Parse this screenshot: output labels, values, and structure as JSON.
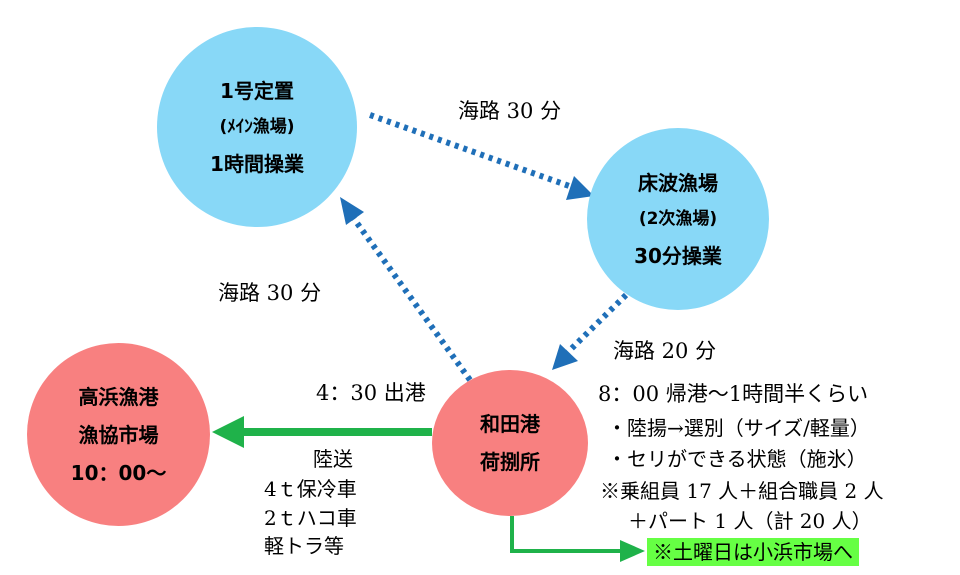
{
  "nodes": {
    "fixed_net": {
      "line1": "1号定置",
      "line2": "(ﾒｲﾝ漁場)",
      "line3": "1時間操業"
    },
    "tokonami": {
      "line1": "床波漁場",
      "line2": "(2次漁場)",
      "line3": "30分操業"
    },
    "wada": {
      "line1": "和田港",
      "line2": "荷捌所"
    },
    "takahama": {
      "line1": "高浜漁港",
      "line2": "漁協市場",
      "line3": "10：00～"
    }
  },
  "routes": {
    "fixed_to_tokonami": "海路 30 分",
    "wada_to_fixed": "海路 30 分",
    "tokonami_to_wada": "海路 20 分"
  },
  "departure": "4：30 出港",
  "land_transport": {
    "title": "陸送",
    "vehicles": [
      "4ｔ保冷車",
      "2ｔハコ車",
      "軽トラ等"
    ]
  },
  "return_info": {
    "return": "8：00 帰港～1時間半くらい",
    "items": [
      "・陸揚→選別（サイズ/軽量）",
      "・セリができる状態（施氷）",
      "※乗組員 17 人＋組合職員 2 人",
      "＋パート 1 人（計 20 人）"
    ]
  },
  "saturday_note": "※土曜日は小浜市場へ",
  "colors": {
    "blue_node": "#88d8f7",
    "red_node": "#f88080",
    "dotted_arrow": "#1f6fb8",
    "green_arrow": "#1fb24a",
    "highlight": "#66ff44"
  }
}
